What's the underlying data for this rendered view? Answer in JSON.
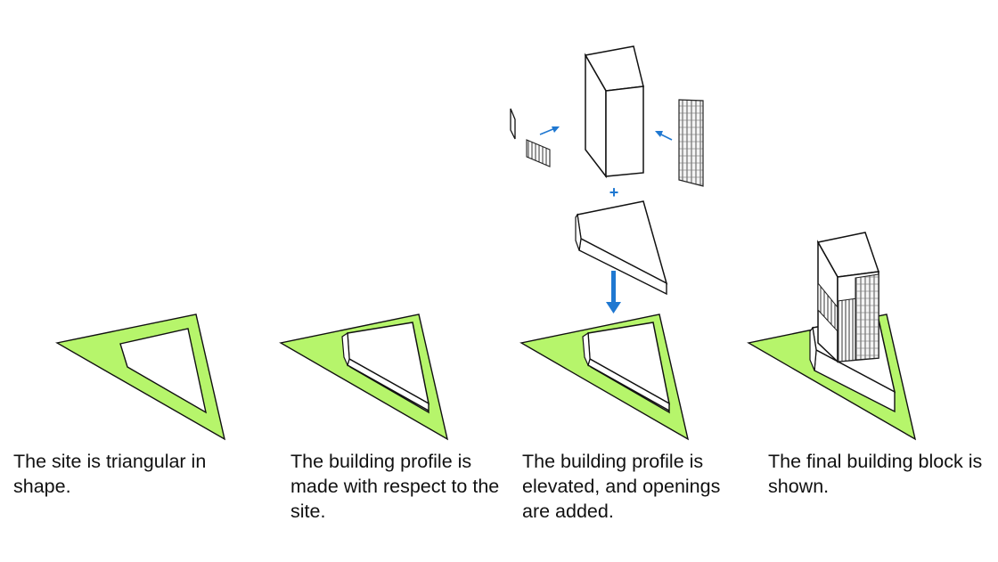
{
  "colors": {
    "site_fill": "#b6f56b",
    "outline": "#111111",
    "arrow": "#1f78d1",
    "panel": "#ffffff",
    "facade_fill": "#e8e8e8"
  },
  "steps": [
    {
      "caption": "The site is triangular in shape."
    },
    {
      "caption": "The building profile is made with respect to the site."
    },
    {
      "caption": "The building profile is elevated, and openings are added."
    },
    {
      "caption": "The final building block is shown."
    }
  ],
  "symbols": {
    "plus": "+"
  }
}
